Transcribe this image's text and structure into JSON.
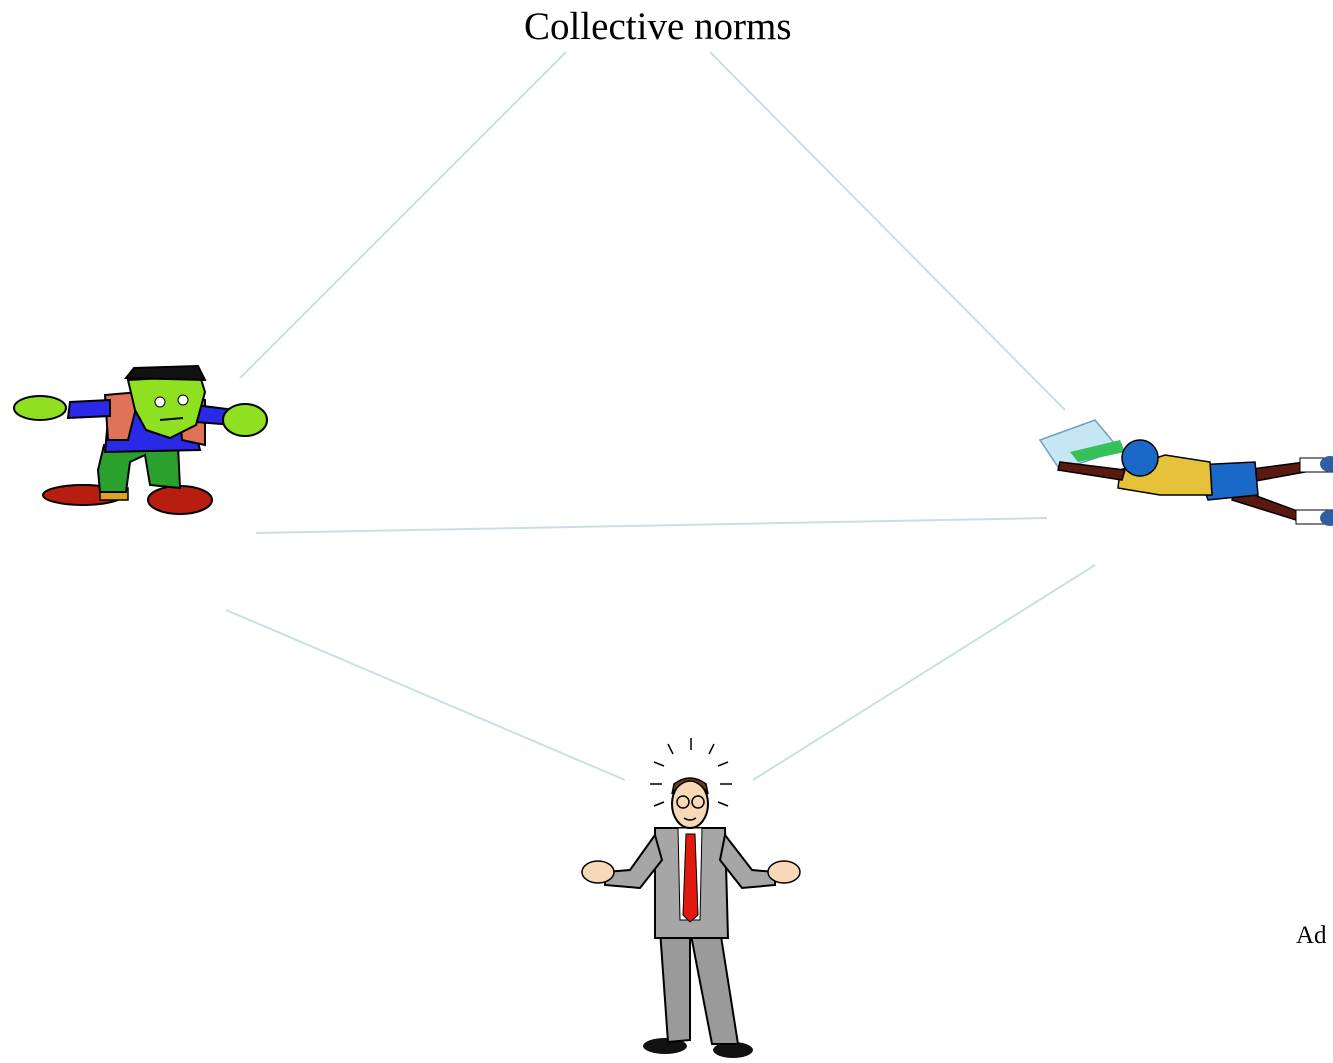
{
  "diagram": {
    "title": "Collective norms",
    "corner_label": "Ad",
    "line_color": "#c8e0e4",
    "figures": [
      {
        "name": "monster-figure",
        "icon": "frankenstein-monster-clipart"
      },
      {
        "name": "diving-player-figure",
        "icon": "diving-soccer-player-clipart"
      },
      {
        "name": "businessman-figure",
        "icon": "confused-businessman-clipart"
      }
    ]
  }
}
